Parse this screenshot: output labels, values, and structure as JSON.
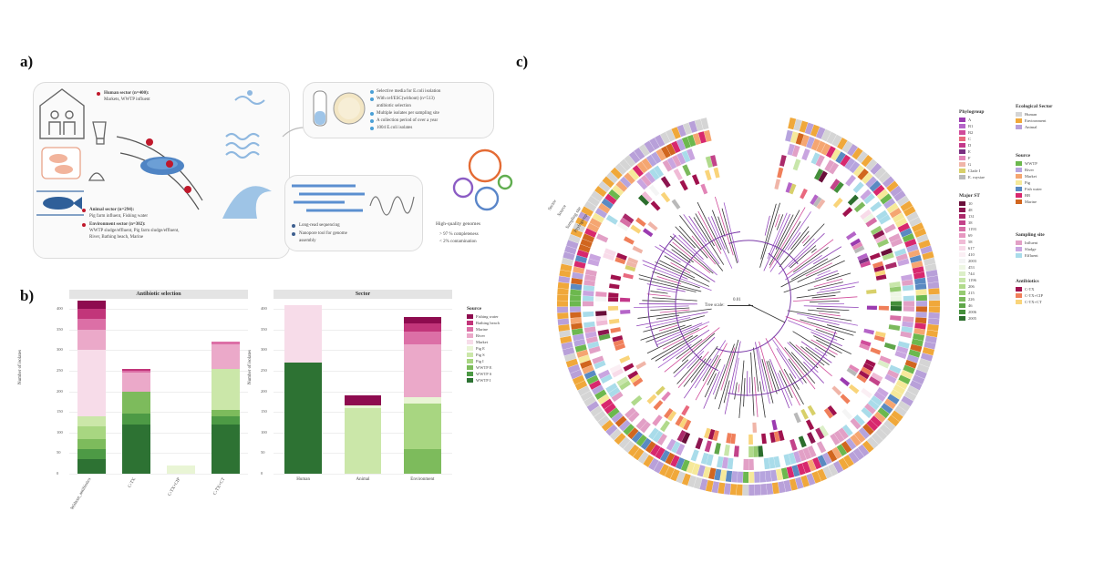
{
  "panels": {
    "a": "a)",
    "b": "b)",
    "c": "c)"
  },
  "panel_a": {
    "human_sector": {
      "title": "Human sector (n=400):",
      "detail": "Markets, WWTP influent"
    },
    "animal_sector": {
      "title": "Animal sector (n=294):",
      "detail": "Pig farm influent, Fishing water"
    },
    "environment_sector": {
      "title": "Environment sector (n=302):",
      "detail1": "WWTP sludge/effluent, Pig farm sludge/effluent,",
      "detail2": "River, Bathing beach, Marine"
    },
    "isolation_points": [
      "Selective media for E.coli isolation",
      "With cef/ESC(without) (n=513)",
      "antibiotic selection",
      "Multiple isolates per sampling site",
      "A collection period of over a year",
      "1004 E.coli isolates"
    ],
    "sequencing_points": [
      "Long-read sequencing",
      "Nanopore tool for genome",
      "assembly"
    ],
    "quality": {
      "title": "High-quality genomes",
      "line1": "> 97 % completeness",
      "line2": "< 2% contamination"
    }
  },
  "panel_b": {
    "left_strip": "Antibiotic selection",
    "right_strip": "Sector",
    "ylabel": "Number of isolates",
    "left_ticks": [
      "0",
      "50",
      "100",
      "150",
      "200",
      "250",
      "300",
      "350",
      "400"
    ],
    "right_ticks": [
      "0",
      "50",
      "100",
      "150",
      "200",
      "250",
      "300",
      "350",
      "400"
    ],
    "left_categories": [
      "Without_antibiotics",
      "C-TX",
      "C-TX+CIP",
      "C-TX+CT"
    ],
    "right_categories": [
      "Human",
      "Animal",
      "Environment"
    ],
    "legend_title": "Source",
    "legend": [
      {
        "label": "Fishing water",
        "color": "#8e0b4f"
      },
      {
        "label": "Bathing beach",
        "color": "#c2357a"
      },
      {
        "label": "Marine",
        "color": "#dc6fa6"
      },
      {
        "label": "River",
        "color": "#eba9c9"
      },
      {
        "label": "Market",
        "color": "#f7dce9"
      },
      {
        "label": "Pig E",
        "color": "#e9f5d5"
      },
      {
        "label": "Pig S",
        "color": "#cbe7a9"
      },
      {
        "label": "Pig I",
        "color": "#a8d681"
      },
      {
        "label": "WWTP E",
        "color": "#7dbb5c"
      },
      {
        "label": "WWTP S",
        "color": "#4d9a45"
      },
      {
        "label": "WWTP I",
        "color": "#2d7233"
      }
    ]
  },
  "chart_data": [
    {
      "type": "bar",
      "title": "Antibiotic selection",
      "ylabel": "Number of isolates",
      "categories": [
        "Without_antibiotics",
        "C-TX",
        "C-TX+CIP",
        "C-TX+CT"
      ],
      "ylim": [
        0,
        420
      ],
      "series": [
        {
          "name": "WWTP I",
          "values": [
            35,
            120,
            0,
            120
          ]
        },
        {
          "name": "WWTP S",
          "values": [
            25,
            25,
            0,
            20
          ]
        },
        {
          "name": "WWTP E",
          "values": [
            25,
            55,
            0,
            15
          ]
        },
        {
          "name": "Pig I",
          "values": [
            30,
            0,
            0,
            0
          ]
        },
        {
          "name": "Pig S",
          "values": [
            25,
            0,
            0,
            100
          ]
        },
        {
          "name": "Pig E",
          "values": [
            0,
            0,
            20,
            0
          ]
        },
        {
          "name": "Market",
          "values": [
            160,
            0,
            0,
            0
          ]
        },
        {
          "name": "River",
          "values": [
            50,
            45,
            0,
            60
          ]
        },
        {
          "name": "Marine",
          "values": [
            25,
            5,
            0,
            5
          ]
        },
        {
          "name": "Bathing beach",
          "values": [
            25,
            5,
            0,
            0
          ]
        },
        {
          "name": "Fishing water",
          "values": [
            20,
            0,
            0,
            0
          ]
        }
      ]
    },
    {
      "type": "bar",
      "title": "Sector",
      "ylabel": "Number of isolates",
      "categories": [
        "Human",
        "Animal",
        "Environment"
      ],
      "ylim": [
        0,
        420
      ],
      "series": [
        {
          "name": "WWTP I",
          "values": [
            270,
            0,
            0
          ]
        },
        {
          "name": "WWTP E",
          "values": [
            0,
            0,
            60
          ]
        },
        {
          "name": "Pig I",
          "values": [
            0,
            0,
            110
          ]
        },
        {
          "name": "Pig S",
          "values": [
            0,
            160,
            0
          ]
        },
        {
          "name": "Pig E",
          "values": [
            0,
            5,
            15
          ]
        },
        {
          "name": "Market",
          "values": [
            140,
            0,
            0
          ]
        },
        {
          "name": "River",
          "values": [
            0,
            0,
            130
          ]
        },
        {
          "name": "Marine",
          "values": [
            0,
            0,
            30
          ]
        },
        {
          "name": "Bathing beach",
          "values": [
            0,
            0,
            20
          ]
        },
        {
          "name": "Fishing water",
          "values": [
            0,
            25,
            15
          ]
        }
      ]
    }
  ],
  "panel_c": {
    "ring_labels": [
      "Sector",
      "Source",
      "Sampling site",
      "Phylogroup"
    ],
    "tree_scale": {
      "label": "Tree scale:",
      "value": "0.01"
    },
    "phylogroup": {
      "title": "Phylogroup",
      "items": [
        {
          "label": "A",
          "color": "#9b3bb0"
        },
        {
          "label": "B1",
          "color": "#b565c8"
        },
        {
          "label": "B2",
          "color": "#d04b9a"
        },
        {
          "label": "C",
          "color": "#e9697e"
        },
        {
          "label": "D",
          "color": "#c3388a"
        },
        {
          "label": "E",
          "color": "#7a2f80"
        },
        {
          "label": "F",
          "color": "#e285b7"
        },
        {
          "label": "G",
          "color": "#f0b5a8"
        },
        {
          "label": "Clade I",
          "color": "#d8d06a"
        },
        {
          "label": "E. ruysiae",
          "color": "#b9b9b9"
        }
      ]
    },
    "sector_legend": {
      "title": "Ecological Sector",
      "items": [
        {
          "label": "Human",
          "color": "#d5d5d5"
        },
        {
          "label": "Environment",
          "color": "#f0a83a"
        },
        {
          "label": "Animal",
          "color": "#b8a0d9"
        }
      ]
    },
    "source_legend": {
      "title": "Source",
      "items": [
        {
          "label": "WWTP",
          "color": "#6cb84e"
        },
        {
          "label": "River",
          "color": "#b6a4de"
        },
        {
          "label": "Market",
          "color": "#f5a671"
        },
        {
          "label": "Pig",
          "color": "#f6e99a"
        },
        {
          "label": "Fish water",
          "color": "#5a8ac2"
        },
        {
          "label": "BB",
          "color": "#d8286e"
        },
        {
          "label": "Marine",
          "color": "#d1661f"
        }
      ]
    },
    "sampling_legend": {
      "title": "Sampling site",
      "items": [
        {
          "label": "Influent",
          "color": "#e2a0c6"
        },
        {
          "label": "Sludge",
          "color": "#c9a5e0"
        },
        {
          "label": "Effluent",
          "color": "#a9dcea"
        }
      ]
    },
    "antibiotics_legend": {
      "title": "Antibiotics",
      "items": [
        {
          "label": "C-TX",
          "color": "#a0124e"
        },
        {
          "label": "C-TX+CIP",
          "color": "#f07f5a"
        },
        {
          "label": "C-TX+CT",
          "color": "#f9d47a"
        }
      ]
    },
    "st_legend": {
      "title": "Major ST",
      "items": [
        {
          "label": "10",
          "color": "#6a0f3a"
        },
        {
          "label": "48",
          "color": "#8c1650"
        },
        {
          "label": "131",
          "color": "#ab2a6a"
        },
        {
          "label": "38",
          "color": "#c3438a"
        },
        {
          "label": "1193",
          "color": "#d76ea6"
        },
        {
          "label": "69",
          "color": "#e697c0"
        },
        {
          "label": "58",
          "color": "#f0bbd6"
        },
        {
          "label": "617",
          "color": "#f8dbe9"
        },
        {
          "label": "410",
          "color": "#fbeff4"
        },
        {
          "label": "2003",
          "color": "#f5f5f5"
        },
        {
          "label": "453",
          "color": "#eef6e4"
        },
        {
          "label": "744",
          "color": "#dcefc8"
        },
        {
          "label": "1196",
          "color": "#c8e6aa"
        },
        {
          "label": "206",
          "color": "#b1da8c"
        },
        {
          "label": "215",
          "color": "#96cb72"
        },
        {
          "label": "226",
          "color": "#7bb95c"
        },
        {
          "label": "46",
          "color": "#5fa64a"
        },
        {
          "label": "2006",
          "color": "#448f3b"
        },
        {
          "label": "2005",
          "color": "#2c6e2d"
        }
      ]
    }
  }
}
